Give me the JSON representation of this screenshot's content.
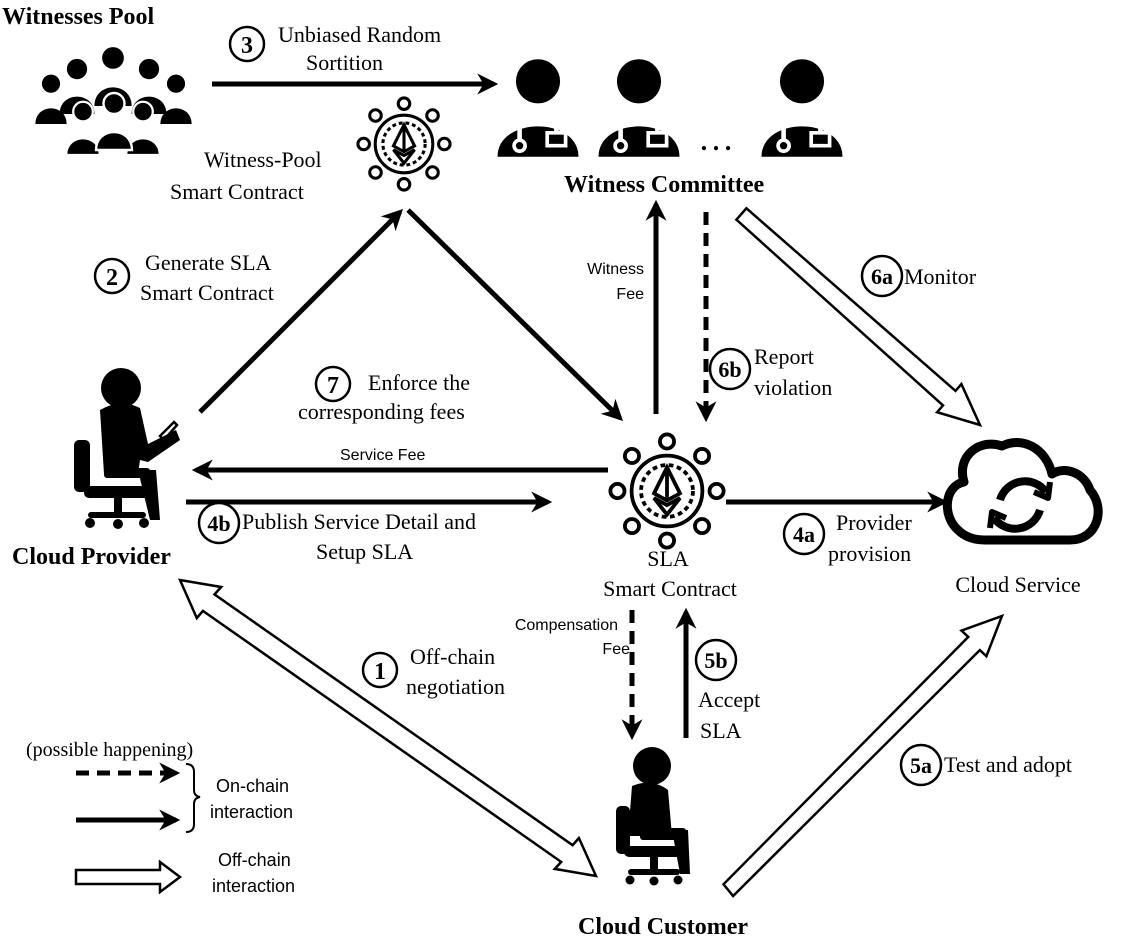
{
  "actors": {
    "witnesses_pool": "Witnesses Pool",
    "witness_committee": "Witness Committee",
    "witness_pool_contract": [
      "Witness-Pool",
      "Smart Contract"
    ],
    "sla_contract": [
      "SLA",
      "Smart Contract"
    ],
    "cloud_provider": "Cloud Provider",
    "cloud_service": "Cloud Service",
    "cloud_customer": "Cloud Customer",
    "ellipsis": "…"
  },
  "steps": {
    "s1": {
      "num": "1",
      "lines": [
        "Off-chain",
        "negotiation"
      ]
    },
    "s2": {
      "num": "2",
      "lines": [
        "Generate SLA",
        "Smart Contract"
      ]
    },
    "s3": {
      "num": "3",
      "lines": [
        "Unbiased Random",
        "Sortition"
      ]
    },
    "s4a": {
      "num": "4a",
      "lines": [
        "Provider",
        "provision"
      ]
    },
    "s4b": {
      "num": "4b",
      "lines": [
        "Publish Service Detail and",
        "Setup SLA"
      ]
    },
    "s5a": {
      "num": "5a",
      "lines": [
        "Test and adopt"
      ]
    },
    "s5b": {
      "num": "5b",
      "lines": [
        "Accept",
        "SLA"
      ]
    },
    "s6a": {
      "num": "6a",
      "lines": [
        "Monitor"
      ]
    },
    "s6b": {
      "num": "6b",
      "lines": [
        "Report",
        "violation"
      ]
    },
    "s7": {
      "num": "7",
      "lines": [
        "Enforce the",
        "corresponding fees"
      ]
    }
  },
  "fees": {
    "witness_fee": [
      "Witness",
      "Fee"
    ],
    "service_fee": "Service Fee",
    "compensation_fee": [
      "Compensation",
      "Fee"
    ]
  },
  "legend": {
    "possible": "(possible happening)",
    "onchain": [
      "On-chain",
      "interaction"
    ],
    "offchain": [
      "Off-chain",
      "interaction"
    ]
  }
}
